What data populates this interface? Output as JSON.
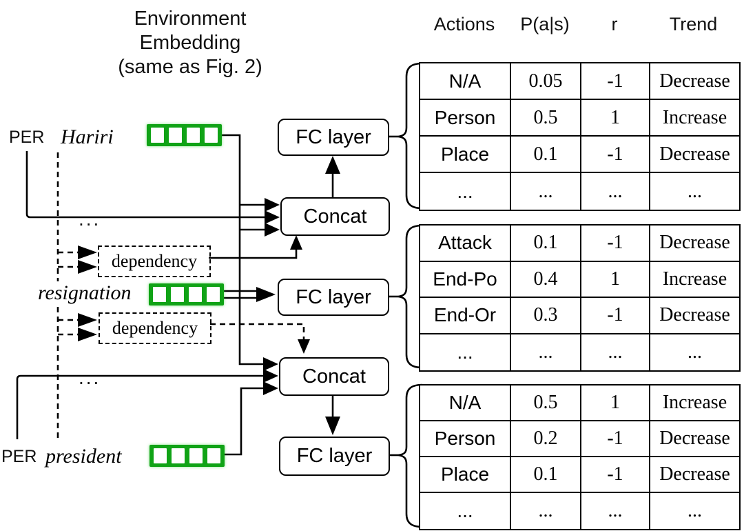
{
  "figure": {
    "title_lines": [
      "Environment",
      "Embedding",
      "(same as Fig. 2)"
    ]
  },
  "table_header": {
    "columns": [
      "Actions",
      "P(a|s)",
      "r",
      "Trend"
    ]
  },
  "pipeline": {
    "fc_label": "FC layer",
    "concat_label": "Concat",
    "dependency_label": "dependency"
  },
  "tokens": {
    "entity1_tag": "PER",
    "entity1_word": "Hariri",
    "trigger_word": "resignation",
    "entity2_tag": "PER",
    "entity2_word": "president",
    "ellipsis": "..."
  },
  "colors": {
    "embedding_green": "#10A316"
  },
  "tables": [
    {
      "rows": [
        [
          "N/A",
          "0.05",
          "-1",
          "Decrease"
        ],
        [
          "Person",
          "0.5",
          "1",
          "Increase"
        ],
        [
          "Place",
          "0.1",
          "-1",
          "Decrease"
        ],
        [
          "...",
          "...",
          "...",
          "..."
        ]
      ]
    },
    {
      "rows": [
        [
          "Attack",
          "0.1",
          "-1",
          "Decrease"
        ],
        [
          "End-Po",
          "0.4",
          "1",
          "Increase"
        ],
        [
          "End-Or",
          "0.3",
          "-1",
          "Decrease"
        ],
        [
          "...",
          "...",
          "...",
          "..."
        ]
      ]
    },
    {
      "rows": [
        [
          "N/A",
          "0.5",
          "1",
          "Increase"
        ],
        [
          "Person",
          "0.2",
          "-1",
          "Decrease"
        ],
        [
          "Place",
          "0.1",
          "-1",
          "Decrease"
        ],
        [
          "...",
          "...",
          "...",
          "..."
        ]
      ]
    }
  ]
}
